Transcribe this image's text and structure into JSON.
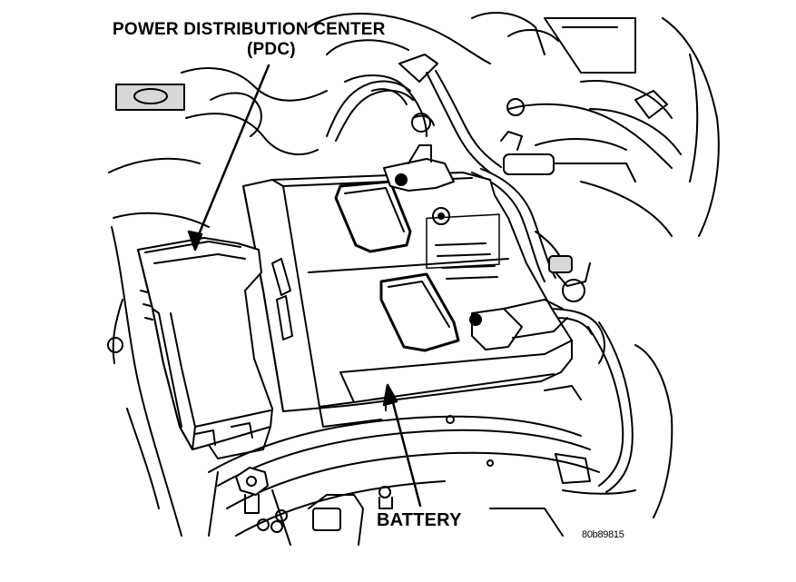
{
  "labels": {
    "pdc_line1": "POWER DISTRIBUTION CENTER",
    "pdc_line2": "(PDC)",
    "battery": "BATTERY",
    "figure_id": "80b89815"
  },
  "colors": {
    "ink": "#000000",
    "paper": "#ffffff"
  }
}
